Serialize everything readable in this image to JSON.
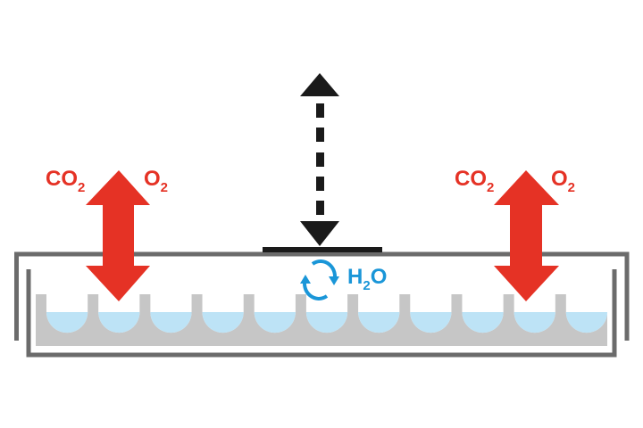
{
  "diagram": {
    "title": "Culture plate gas and water exchange",
    "left_gas": {
      "co2": "CO",
      "co2_sub": "2",
      "o2": "O",
      "o2_sub": "2"
    },
    "right_gas": {
      "co2": "CO",
      "co2_sub": "2",
      "o2": "O",
      "o2_sub": "2"
    },
    "water": {
      "h": "H",
      "sub": "2",
      "o": "O"
    },
    "well_count": 11,
    "colors": {
      "red": "#e53225",
      "blue": "#1a96d8",
      "black": "#1a1a1a",
      "frame": "#6b6b6b",
      "plate": "#c6c6c6",
      "liquid": "#bde3f6"
    }
  }
}
